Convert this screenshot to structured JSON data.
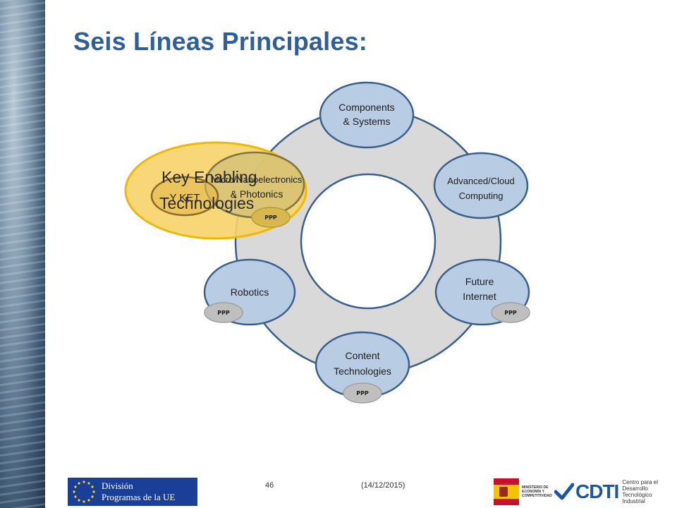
{
  "slide": {
    "title": "Seis Líneas Principales:",
    "page_number": "46",
    "date": "(14/12/2015)"
  },
  "diagram": {
    "nodes": {
      "components": {
        "line1": "Components",
        "line2": "& Systems"
      },
      "cloud": {
        "line1": "Advanced/Cloud",
        "line2": "Computing"
      },
      "internet": {
        "line1": "Future",
        "line2": "Internet"
      },
      "content": {
        "line1": "Content",
        "line2": "Technologies"
      },
      "robotics": {
        "line1": "Robotics"
      },
      "micro": {
        "line1": "Micro/Nanoelectronics",
        "line2": "& Photonics"
      },
      "ket": {
        "line1": "Y KET"
      }
    },
    "ppp_label": "PPP",
    "key_enabling": {
      "line1": "Key Enabling",
      "line2": "Technologies"
    }
  },
  "footer": {
    "eu_division_line1": "División",
    "eu_division_line2": "Programas de la UE",
    "ministry": "Ministerio de Economía y Competitividad",
    "cdti": "CDTI",
    "cdti_sub_line1": "Centro para el",
    "cdti_sub_line2": "Desarrollo",
    "cdti_sub_line3": "Tecnológico",
    "cdti_sub_line4": "Industrial"
  },
  "colors": {
    "title": "#2f5f9a",
    "node_fill": "#b8cce4",
    "node_stroke": "#3a5f8c",
    "ring_fill": "#d9d9d9",
    "ket_fill": "#f7d36a",
    "ket_stroke": "#f0b800",
    "ppp_fill": "#bfbfbf",
    "eu_blue": "#1a3f98",
    "cdti_blue": "#1c57a5"
  }
}
